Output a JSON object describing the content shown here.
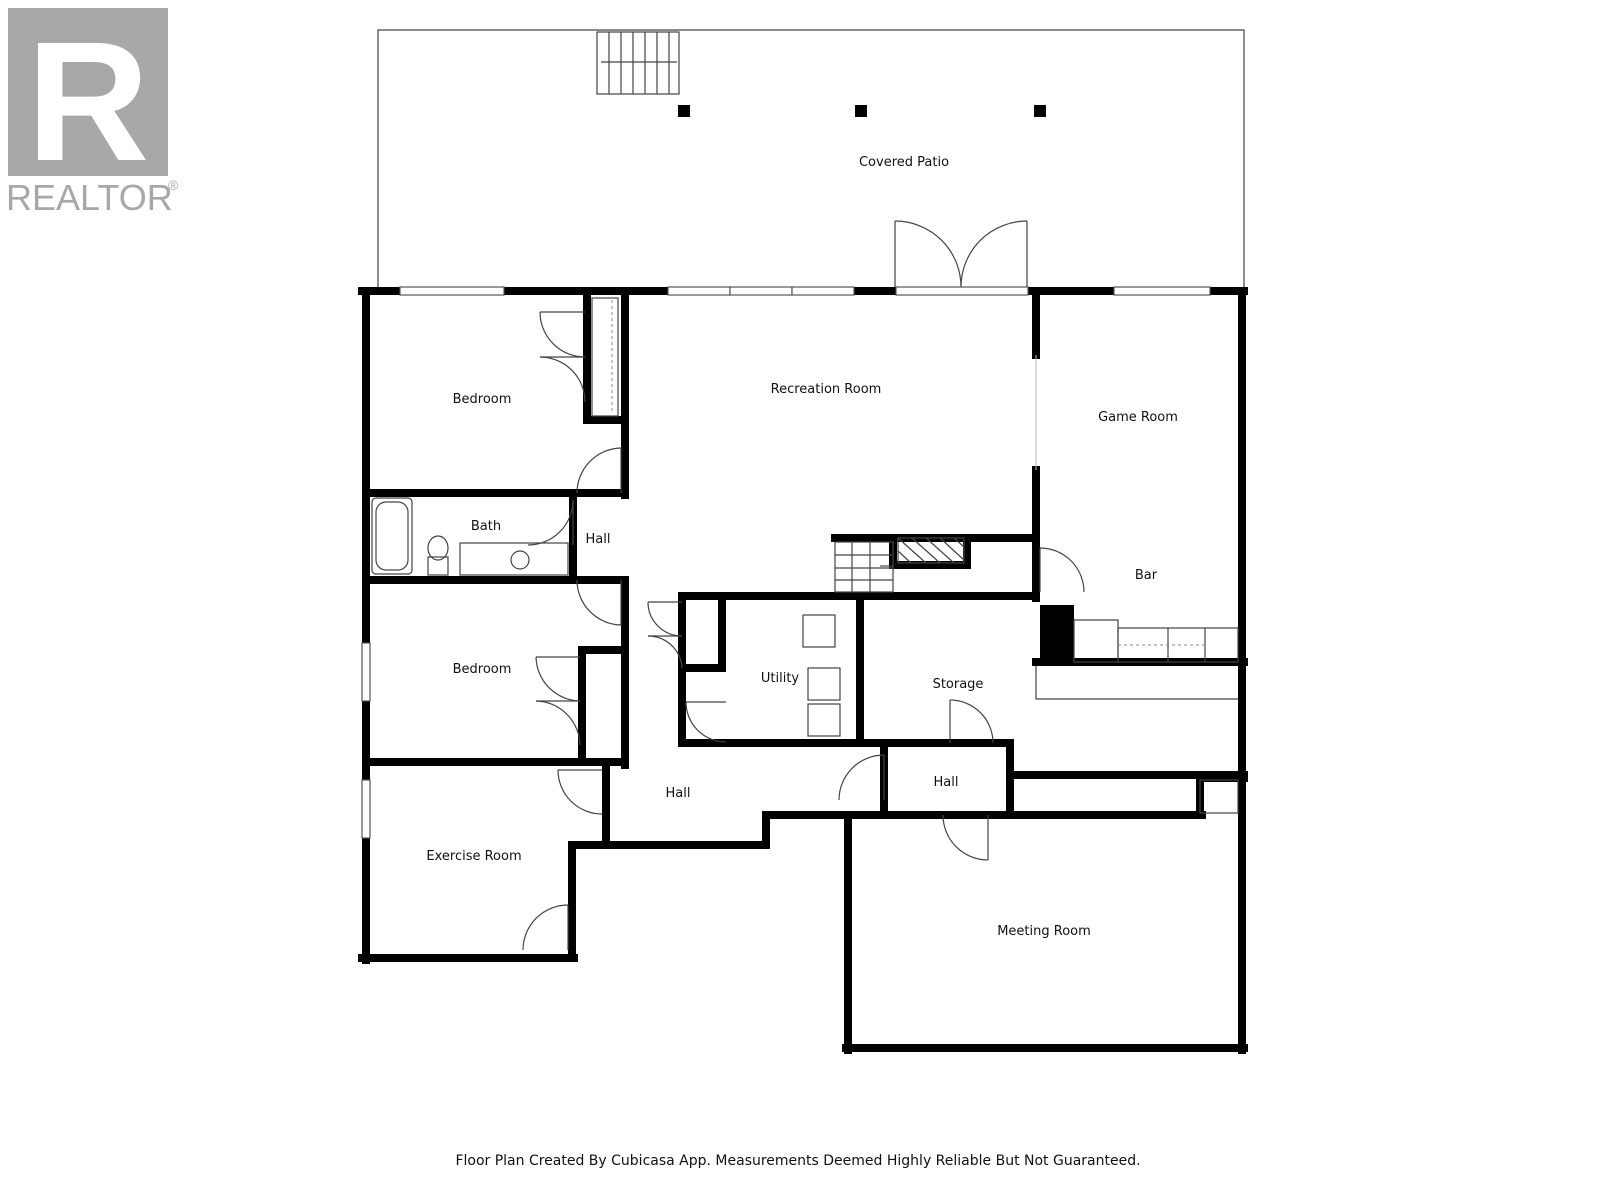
{
  "logo": {
    "mark": "R",
    "text": "REALTOR",
    "registered": "®",
    "icon": "realtor-logo-icon",
    "color": "#a8a8a8"
  },
  "rooms": {
    "covered_patio": "Covered Patio",
    "bedroom_1": "Bedroom",
    "recreation_room": "Recreation Room",
    "game_room": "Game Room",
    "bath": "Bath",
    "hall_1": "Hall",
    "bar": "Bar",
    "bedroom_2": "Bedroom",
    "utility": "Utility",
    "storage": "Storage",
    "hall_2": "Hall",
    "hall_3": "Hall",
    "exercise_room": "Exercise Room",
    "meeting_room": "Meeting Room"
  },
  "footer": "Floor Plan Created By Cubicasa App. Measurements Deemed Highly Reliable But Not Guaranteed."
}
